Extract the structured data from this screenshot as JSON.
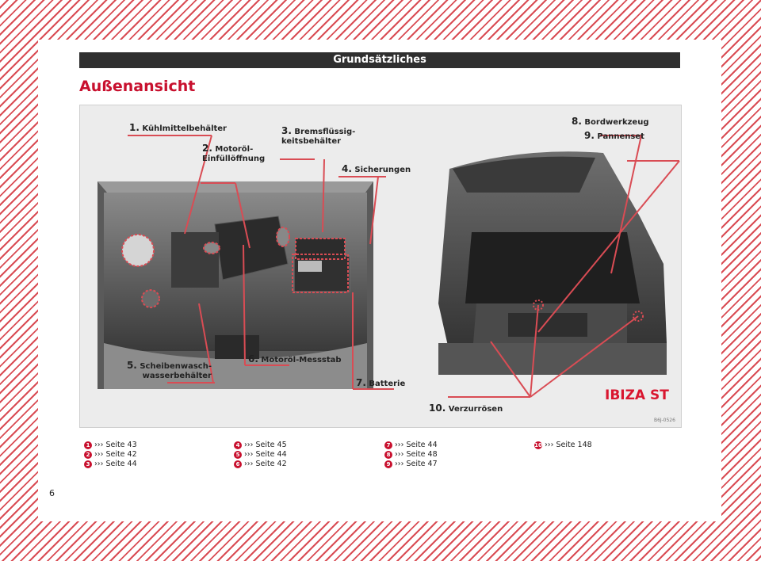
{
  "header": {
    "title": "Grundsätzliches"
  },
  "section_title": "Außenansicht",
  "figure": {
    "model_label": "IBIZA ST",
    "image_code": "B6J-0526",
    "callouts": [
      {
        "num": "1.",
        "text": "Kühlmittelbehälter"
      },
      {
        "num": "2.",
        "text": "Motoröl-",
        "text2": "Einfüllöffnung"
      },
      {
        "num": "3.",
        "text": "Bremsflüssig-",
        "text2": "keitsbehälter"
      },
      {
        "num": "4.",
        "text": "Sicherungen"
      },
      {
        "num": "5.",
        "text": "Scheibenwasch-",
        "text2": "wasserbehälter"
      },
      {
        "num": "6.",
        "text": "Motoröl-Messstab"
      },
      {
        "num": "7.",
        "text": "Batterie"
      },
      {
        "num": "8.",
        "text": "Bordwerkzeug"
      },
      {
        "num": "9.",
        "text": "Pannenset"
      },
      {
        "num": "10.",
        "text": "Verzurrösen"
      }
    ]
  },
  "references": [
    {
      "badge": "1",
      "arrow": "›››",
      "text": "Seite 43"
    },
    {
      "badge": "2",
      "arrow": "›››",
      "text": "Seite 42"
    },
    {
      "badge": "3",
      "arrow": "›››",
      "text": "Seite 44"
    },
    {
      "badge": "4",
      "arrow": "›››",
      "text": "Seite 45"
    },
    {
      "badge": "5",
      "arrow": "›››",
      "text": "Seite 44"
    },
    {
      "badge": "6",
      "arrow": "›››",
      "text": "Seite 42"
    },
    {
      "badge": "7",
      "arrow": "›››",
      "text": "Seite 44"
    },
    {
      "badge": "8",
      "arrow": "›››",
      "text": "Seite 48"
    },
    {
      "badge": "9",
      "arrow": "›››",
      "text": "Seite 47"
    },
    {
      "badge": "10",
      "arrow": "›››",
      "text": "Seite 148"
    }
  ],
  "page_number": "6",
  "colors": {
    "accent": "#c8102e",
    "header_bg": "#2f2f2f"
  }
}
